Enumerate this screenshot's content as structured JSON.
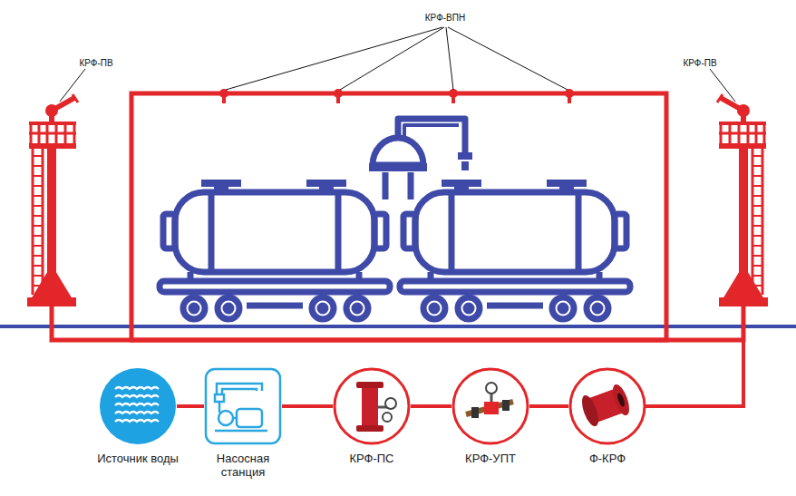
{
  "diagram": {
    "nodes": [
      {
        "text": [
          "Источник воды"
        ]
      },
      {
        "text": [
          "Насосная станция"
        ]
      },
      {
        "text": [
          "КРФ-ПС"
        ]
      },
      {
        "text": [
          "КРФ-УПТ"
        ]
      },
      {
        "text": [
          "Ф-КРФ"
        ]
      }
    ],
    "edges": [
      {
        "from": 0,
        "to": 1,
        "arrow": "none"
      },
      {
        "from": 1,
        "to": 2,
        "arrow": "none"
      },
      {
        "from": 2,
        "to": 3,
        "arrow": "none"
      },
      {
        "from": 3,
        "to": 4,
        "arrow": "none"
      }
    ],
    "labels": [
      "КРФ-ВПН",
      "КРФ-ПВ",
      "КРФ-ПВ"
    ]
  }
}
